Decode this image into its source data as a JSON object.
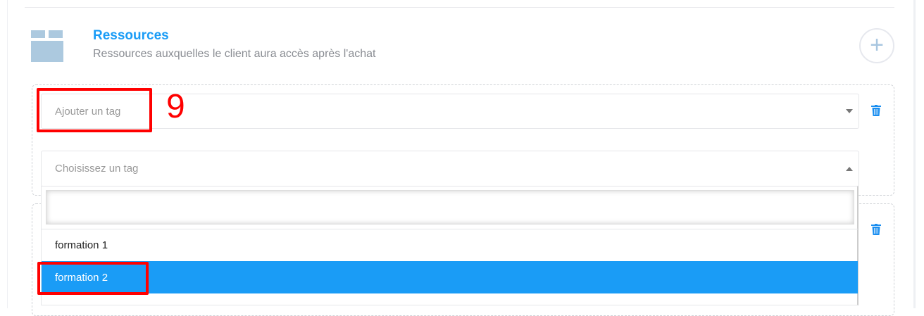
{
  "section": {
    "title": "Ressources",
    "subtitle": "Ressources auxquelles le client aura accès après l'achat",
    "icon": "box-icon",
    "add_icon": "plus-icon"
  },
  "resource1": {
    "tag_select_placeholder": "Ajouter un tag",
    "choose_select_placeholder": "Choisissez un tag",
    "delete_icon": "trash-icon"
  },
  "dropdown": {
    "search_value": "",
    "options": [
      "formation 1",
      "formation 2"
    ],
    "selected_index": 1,
    "highlight_color": "#1a9cf6"
  },
  "annotation": {
    "step_number": "9",
    "color": "#ff0000"
  }
}
